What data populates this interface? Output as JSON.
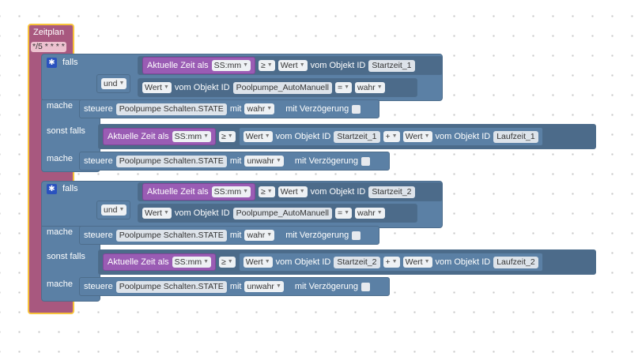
{
  "schedule": {
    "title": "Zeitplan",
    "cron": "*/5 * * * *"
  },
  "labels": {
    "falls": "falls",
    "und": "und",
    "mache": "mache",
    "sonst_falls": "sonst falls",
    "aktuelle_zeit": "Aktuelle Zeit als",
    "ssmm": "SS:mm",
    "gte": "≥",
    "eq": "=",
    "plus": "+",
    "wert": "Wert",
    "vom_objekt": "vom Objekt ID",
    "steuere": "steuere",
    "mit": "mit",
    "mit_verzoegerung": "mit Verzögerung",
    "wahr": "wahr",
    "unwahr": "unwahr"
  },
  "objects": {
    "startzeit_1": "Startzeit_1",
    "startzeit_2": "Startzeit_2",
    "laufzeit_1": "Laufzeit_1",
    "laufzeit_2": "Laufzeit_2",
    "automanuell": "Poolpumpe_AutoManuell",
    "schalten": "Poolpumpe Schalten.STATE"
  },
  "colors": {
    "schedule_block": "#a8587f",
    "schedule_border": "#f7c23b",
    "logic_block": "#5b80a5",
    "time_block": "#9a5cb4",
    "gear_icon": "#2a52be"
  },
  "icons": {
    "gear": "gear-icon",
    "dropdown": "chevron-down-icon",
    "checkbox": "checkbox-icon"
  }
}
